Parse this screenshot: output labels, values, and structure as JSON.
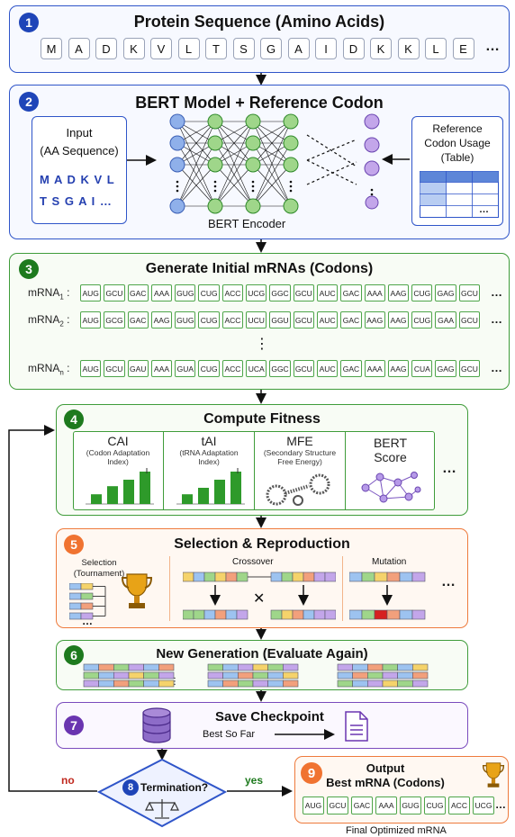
{
  "step1": {
    "num": "1",
    "title": "Protein Sequence (Amino Acids)",
    "aas": [
      "M",
      "A",
      "D",
      "K",
      "V",
      "L",
      "T",
      "S",
      "G",
      "A",
      "I",
      "D",
      "K",
      "K",
      "L",
      "E"
    ],
    "ellipsis": "…"
  },
  "step2": {
    "num": "2",
    "title": "BERT Model + Reference Codon",
    "input_line1": "Input",
    "input_line2": "(AA Sequence)",
    "seq_line1": "M A D K V L",
    "seq_line2": "T S G A I …",
    "encoder_label": "BERT Encoder",
    "ref_line1": "Reference",
    "ref_line2": "Codon Usage",
    "ref_line3": "(Table)",
    "table_dots": "…"
  },
  "step3": {
    "num": "3",
    "title": "Generate Initial mRNAs (Codons)",
    "rows": [
      {
        "label": "mRNA",
        "sub": "1",
        "codons": [
          "AUG",
          "GCU",
          "GAC",
          "AAA",
          "GUG",
          "CUG",
          "ACC",
          "UCG",
          "GGC",
          "GCU",
          "AUC",
          "GAC",
          "AAA",
          "AAG",
          "CUG",
          "GAG",
          "GCU"
        ]
      },
      {
        "label": "mRNA",
        "sub": "2",
        "codons": [
          "AUG",
          "GCG",
          "GAC",
          "AAG",
          "GUG",
          "CUG",
          "ACC",
          "UCU",
          "GGU",
          "GCU",
          "AUC",
          "GAC",
          "AAG",
          "AAG",
          "CUG",
          "GAA",
          "GCU"
        ]
      },
      {
        "label": "mRNA",
        "sub": "n",
        "codons": [
          "AUG",
          "GCU",
          "GAU",
          "AAA",
          "GUA",
          "CUG",
          "ACC",
          "UCA",
          "GGC",
          "GCU",
          "AUC",
          "GAC",
          "AAA",
          "AAG",
          "CUA",
          "GAG",
          "GCU"
        ]
      }
    ],
    "vdots": "⋮",
    "row_ellipsis": "…",
    "colon": ":"
  },
  "step4": {
    "num": "4",
    "title": "Compute Fitness",
    "cai_head": "CAI",
    "cai_sub": "(Codon Adaptation Index)",
    "tai_head": "tAI",
    "tai_sub": "(tRNA Adaptation Index)",
    "mfe_head": "MFE",
    "mfe_sub": "(Secondary Structure Free Energy)",
    "bert_head1": "BERT",
    "bert_head2": "Score",
    "more": "…",
    "cai_bars": [
      0.3,
      0.55,
      0.75,
      1.0
    ],
    "tai_bars": [
      0.3,
      0.5,
      0.75,
      1.0
    ]
  },
  "step5": {
    "num": "5",
    "title": "Selection & Reproduction",
    "sel_line1": "Selection",
    "sel_line2": "(Tournament)",
    "crossover": "Crossover",
    "mutation": "Mutation",
    "times": "✕",
    "more": "…",
    "sel_dots": "…"
  },
  "step6": {
    "num": "6",
    "title": "New Generation (Evaluate Again)",
    "vdots": "⋮"
  },
  "step7": {
    "num": "7",
    "title": "Save Checkpoint",
    "sub": "Best So Far"
  },
  "step8": {
    "num": "8",
    "label": "Termination?",
    "no": "no",
    "yes": "yes"
  },
  "step9": {
    "num": "9",
    "title1": "Output",
    "title2": "Best mRNA (Codons)",
    "codons": [
      "AUG",
      "GCU",
      "GAC",
      "AAA",
      "GUG",
      "CUG",
      "ACC",
      "UCG"
    ],
    "more": "…",
    "caption": "Final Optimized mRNA"
  },
  "colors": {
    "blue": "#2f55c9",
    "green": "#3f9c3a",
    "orange": "#ee7a3c",
    "purple": "#7a4bbd",
    "node_blue": "#8fb0ea",
    "node_green": "#9fd68a",
    "node_purple": "#c3a6ea",
    "bar_green": "#2e9a2a",
    "gold": "#d99a12"
  }
}
